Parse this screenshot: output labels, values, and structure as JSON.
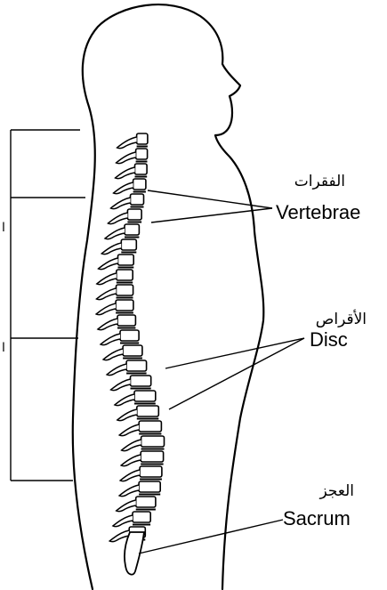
{
  "labels": {
    "vertebrae": {
      "en": "Vertebrae",
      "ar": "الفقرات"
    },
    "disc": {
      "en": "Disc",
      "ar": "الأقراص"
    },
    "sacrum": {
      "en": "Sacrum",
      "ar": "العجز"
    }
  },
  "left_edge_fragments": [
    "ا",
    "ا"
  ]
}
